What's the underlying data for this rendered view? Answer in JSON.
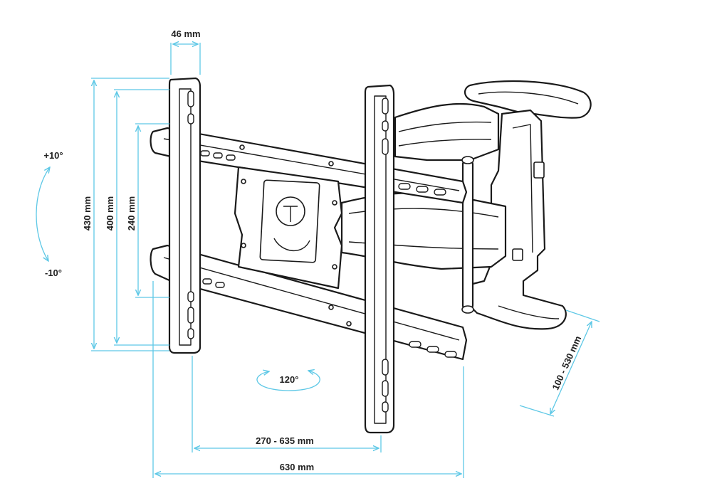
{
  "dimensions": {
    "top_width": "46 mm",
    "height_outer": "430 mm",
    "height_mid": "400 mm",
    "height_inner": "240 mm",
    "tilt_up": "+10°",
    "tilt_down": "-10°",
    "swivel": "120°",
    "bracket_spacing": "270 - 635 mm",
    "total_width": "630 mm",
    "extension": "100 - 530 mm"
  },
  "colors": {
    "dimension_line": "#5ec8e6",
    "outline": "#1a1a1a",
    "text": "#222222"
  },
  "icons": [
    "tilt-arc-icon",
    "swivel-arc-icon"
  ]
}
